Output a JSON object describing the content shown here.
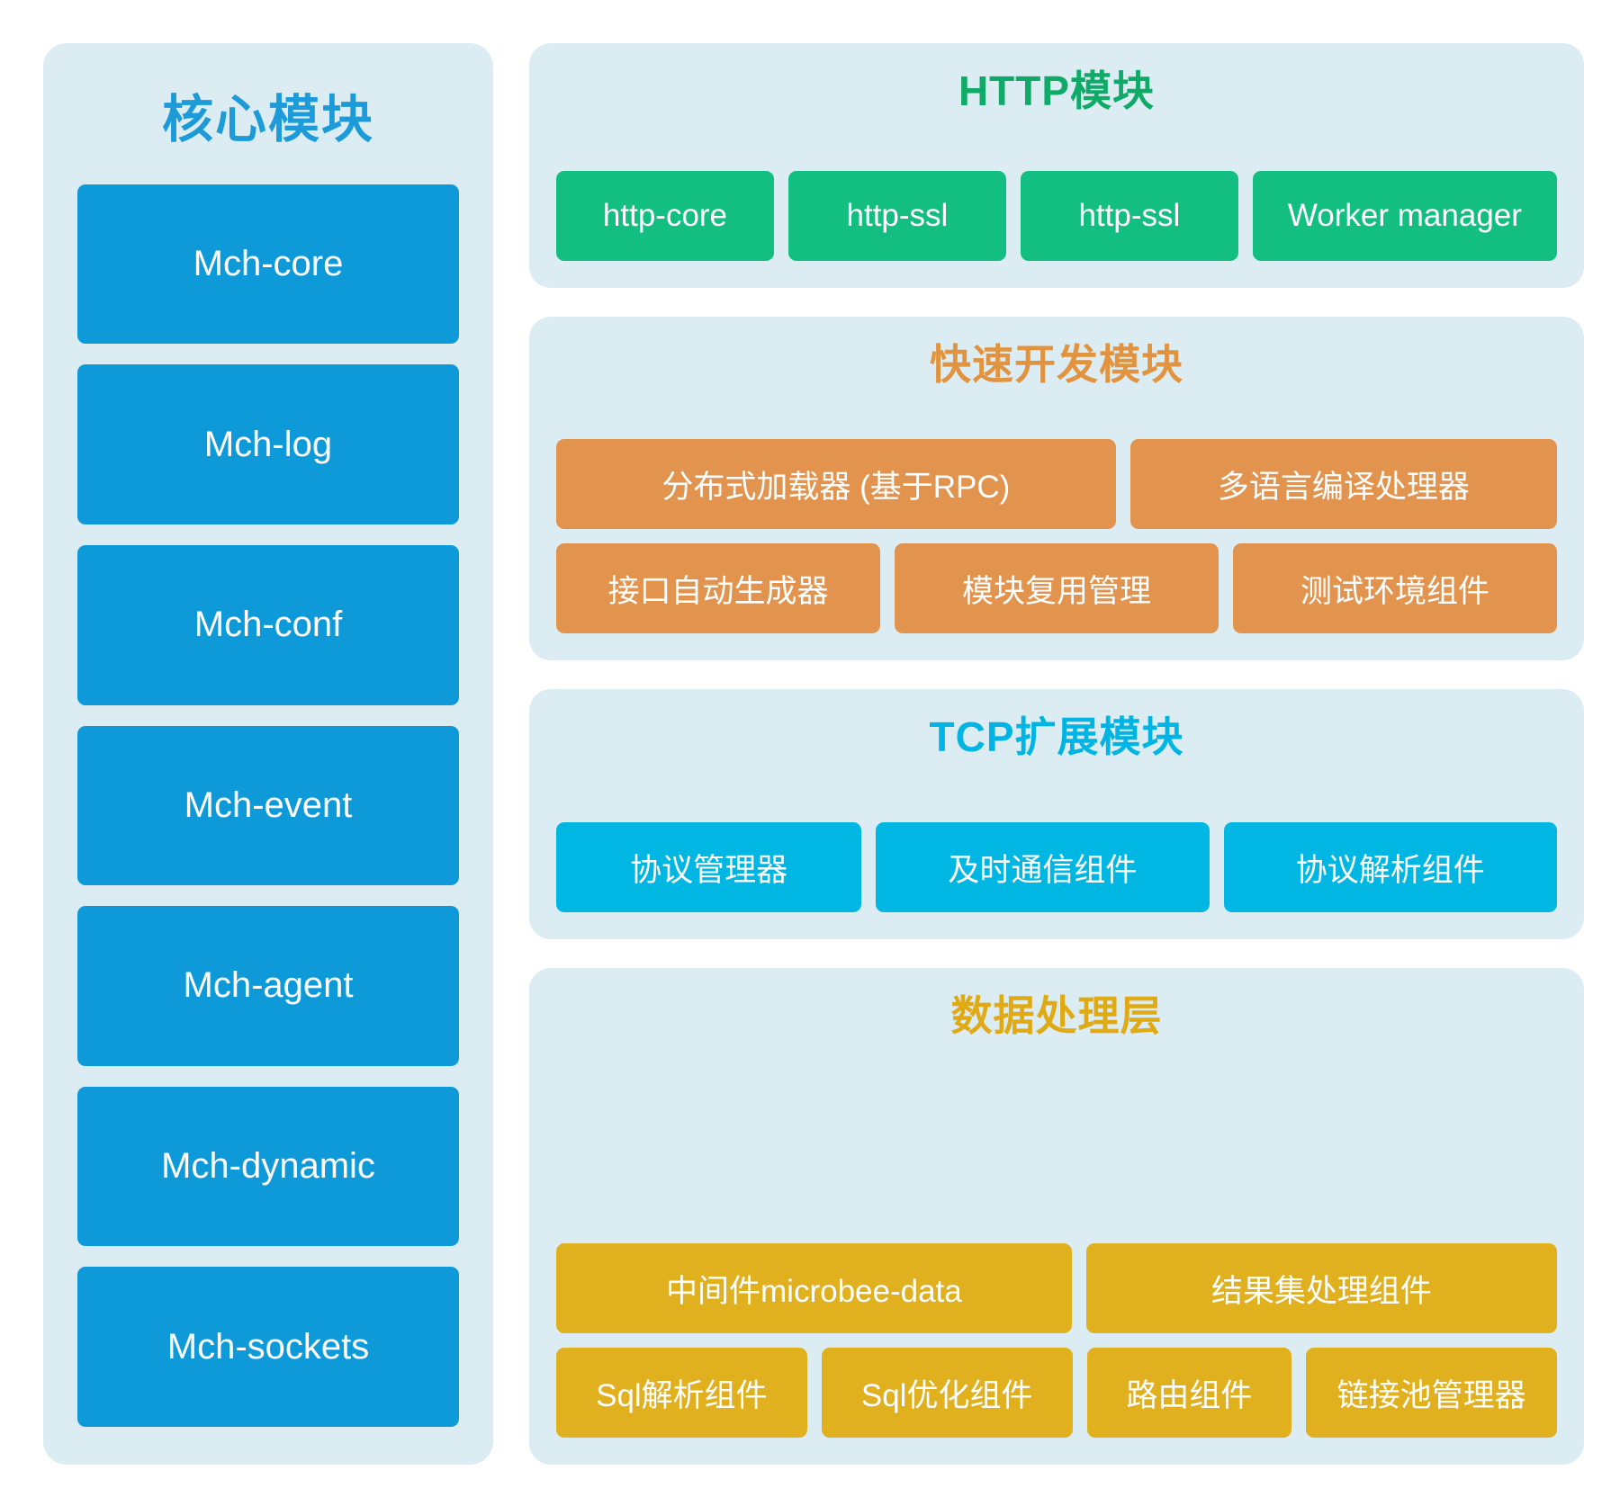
{
  "core": {
    "title": "核心模块",
    "items": [
      {
        "label": "Mch-core"
      },
      {
        "label": "Mch-log"
      },
      {
        "label": "Mch-conf"
      },
      {
        "label": "Mch-event"
      },
      {
        "label": "Mch-agent"
      },
      {
        "label": "Mch-dynamic"
      },
      {
        "label": "Mch-sockets"
      }
    ]
  },
  "panels": [
    {
      "id": "http",
      "title": "HTTP模块",
      "accent": "#0fa968",
      "chip_color": "#12be80",
      "rows": [
        [
          {
            "label": "http-core",
            "flex": 1
          },
          {
            "label": "http-ssl",
            "flex": 1
          },
          {
            "label": "http-ssl",
            "flex": 1
          },
          {
            "label": "Worker manager",
            "flex": 1.45
          }
        ]
      ]
    },
    {
      "id": "rapid",
      "title": "快速开发模块",
      "accent": "#e2933f",
      "chip_color": "#e2944e",
      "rows": [
        [
          {
            "label": "分布式加载器 (基于RPC)",
            "flex": 1.33
          },
          {
            "label": "多语言编译处理器",
            "flex": 1
          }
        ],
        [
          {
            "label": "接口自动生成器",
            "flex": 1
          },
          {
            "label": "模块复用管理",
            "flex": 1
          },
          {
            "label": "测试环境组件",
            "flex": 1
          }
        ]
      ]
    },
    {
      "id": "tcp",
      "title": "TCP扩展模块",
      "accent": "#00b4e4",
      "chip_color": "#00b7e3",
      "rows": [
        [
          {
            "label": "协议管理器",
            "flex": 1
          },
          {
            "label": "及时通信组件",
            "flex": 1.1
          },
          {
            "label": "协议解析组件",
            "flex": 1.1
          }
        ]
      ]
    },
    {
      "id": "data",
      "title": "数据处理层",
      "accent": "#e0aa15",
      "chip_color": "#e0b01f",
      "rows": [
        [
          {
            "label": "中间件microbee-data",
            "flex": 1.1
          },
          {
            "label": "结果集处理组件",
            "flex": 1
          }
        ],
        [
          {
            "label": "Sql解析组件",
            "flex": 1.03
          },
          {
            "label": "Sql优化组件",
            "flex": 1.03
          },
          {
            "label": "路由组件",
            "flex": 0.82
          },
          {
            "label": "链接池管理器",
            "flex": 1.03
          }
        ]
      ]
    }
  ]
}
